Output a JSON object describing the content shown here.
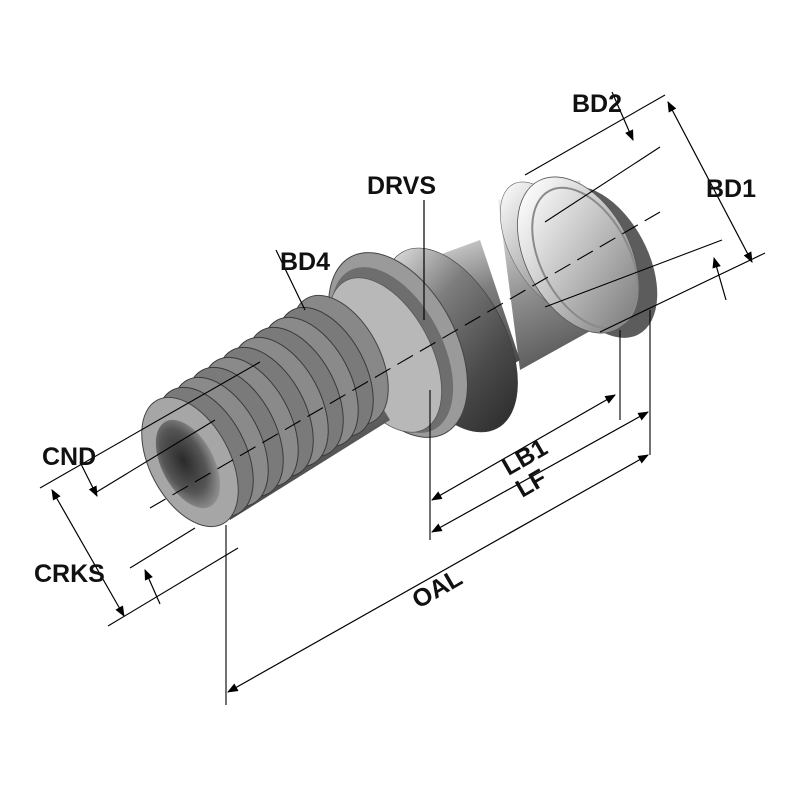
{
  "diagram": {
    "labels": {
      "bd2": "BD2",
      "bd1": "BD1",
      "drvs": "DRVS",
      "bd4": "BD4",
      "cnd": "CND",
      "crks": "CRKS",
      "lb1": "LB1",
      "lf": "LF",
      "oal": "OAL"
    }
  }
}
